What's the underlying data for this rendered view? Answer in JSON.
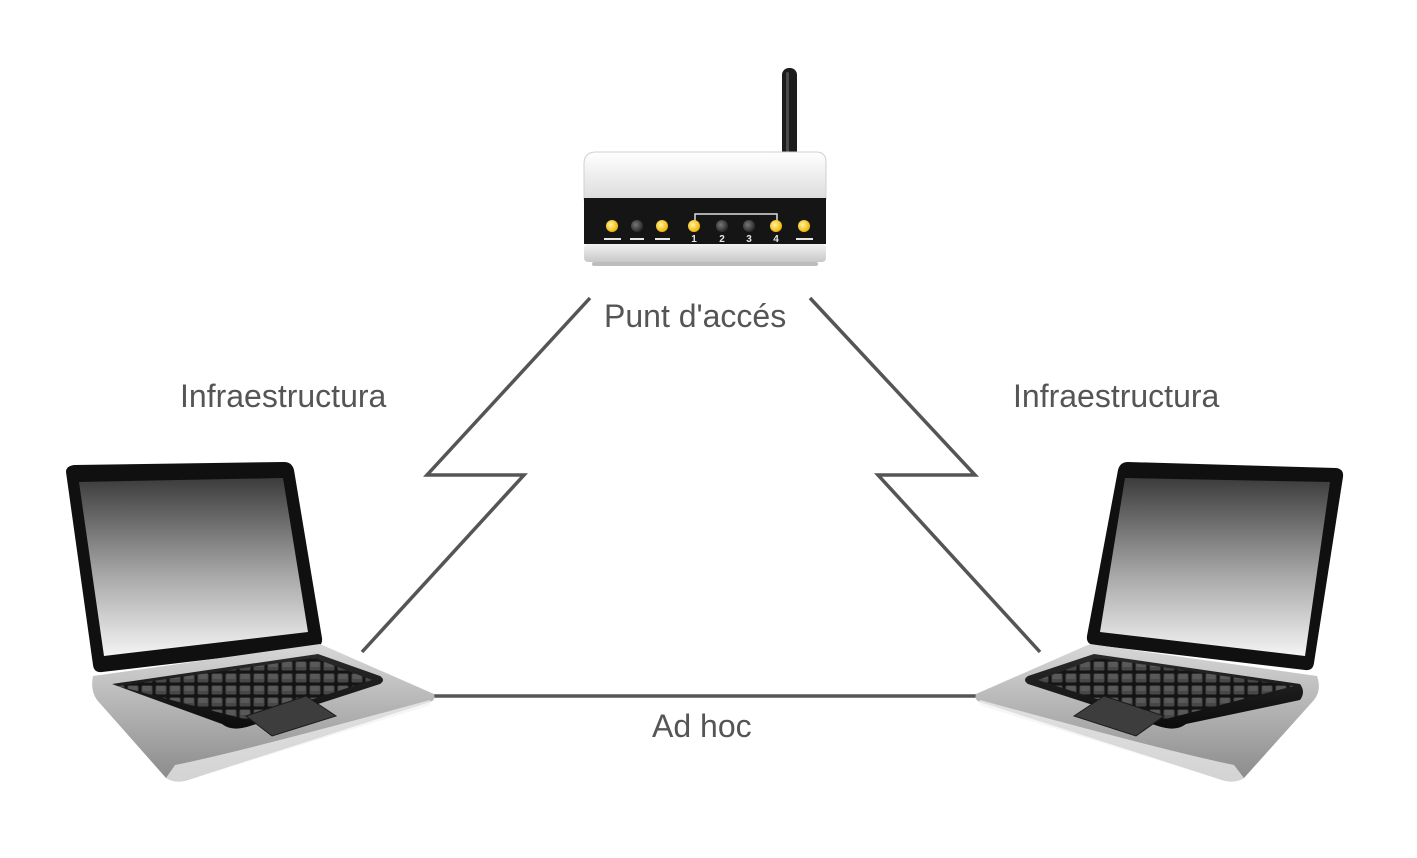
{
  "labels": {
    "access_point": "Punt d'accés",
    "infrastructure_left": "Infraestructura",
    "infrastructure_right": "Infraestructura",
    "ad_hoc": "Ad hoc"
  },
  "router": {
    "port_numbers": [
      "1",
      "2",
      "3",
      "4"
    ]
  },
  "colors": {
    "link_line": "#555555",
    "led_on": "#f4c21a",
    "led_off": "#3a3a3a"
  }
}
